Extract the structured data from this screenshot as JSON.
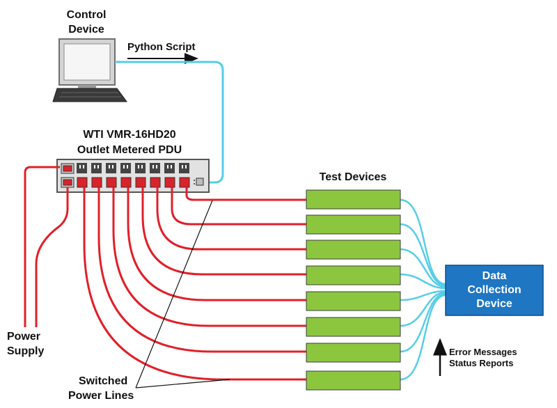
{
  "labels": {
    "control_device_line1": "Control",
    "control_device_line2": "Device",
    "python_script": "Python Script",
    "pdu_line1": "WTI VMR-16HD20",
    "pdu_line2": "Outlet Metered PDU",
    "test_devices": "Test Devices",
    "data_collection_line1": "Data",
    "data_collection_line2": "Collection",
    "data_collection_line3": "Device",
    "power_supply_line1": "Power",
    "power_supply_line2": "Supply",
    "switched_power_line1": "Switched",
    "switched_power_line2": "Power Lines",
    "error_messages": "Error Messages",
    "status_reports": "Status Reports"
  },
  "colors": {
    "power_line": "#e0202a",
    "data_line": "#55cde8",
    "test_device_fill": "#8cc63e",
    "collection_fill": "#1f76c2",
    "pdu_fill": "#e2e2e2"
  },
  "icons": {
    "control_device": "desktop-computer-icon",
    "arrow_up": "arrow-up-icon",
    "arrow_right": "arrow-right-icon"
  }
}
